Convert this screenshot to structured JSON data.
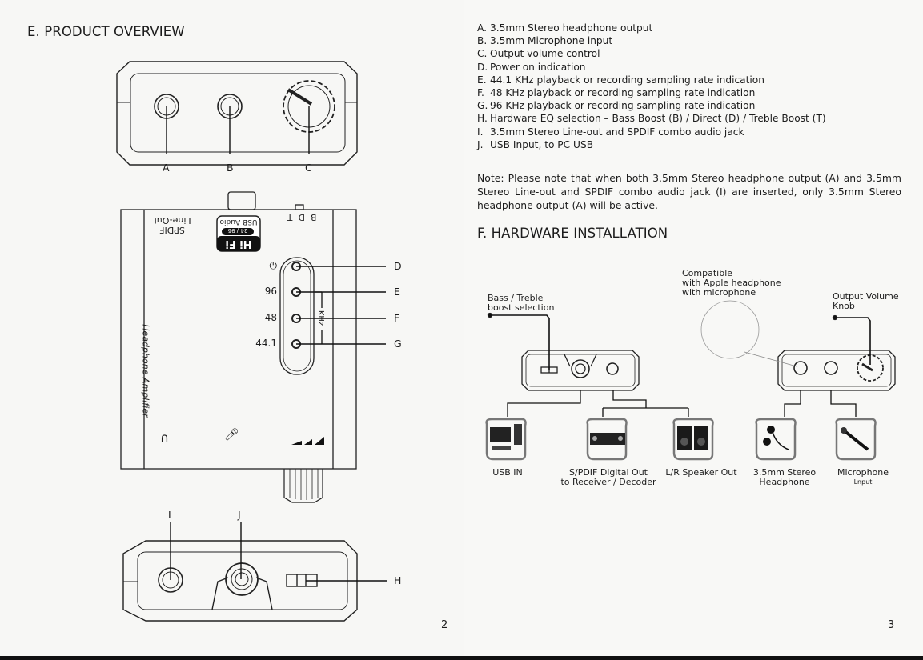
{
  "left_page": {
    "section_title": "E. PRODUCT OVERVIEW",
    "front_panel_callouts": [
      "A",
      "B",
      "C"
    ],
    "top_view": {
      "side_label_line1": "Line-Out",
      "side_label_line2": "SPDIF",
      "badge_top": "USB Audio",
      "badge_mid": "24 / 96",
      "badge_bottom": "Hi Fi",
      "eq_letters": "B  D  T",
      "indicator_labels": [
        "⏻",
        "96",
        "48",
        "44.1"
      ],
      "khz_label": "KHz",
      "vertical_label": "Headphone Amplifier",
      "callouts": [
        "D",
        "E",
        "F",
        "G"
      ]
    },
    "rear_panel_callouts": [
      "I",
      "J",
      "H"
    ],
    "page_number": "2"
  },
  "right_page": {
    "items": [
      {
        "key": "A.",
        "text": "3.5mm Stereo headphone output"
      },
      {
        "key": "B.",
        "text": "3.5mm Microphone input"
      },
      {
        "key": "C.",
        "text": "Output volume control"
      },
      {
        "key": "D.",
        "text": "Power on indication"
      },
      {
        "key": "E.",
        "text": "44.1 KHz playback or recording sampling rate indication"
      },
      {
        "key": "F.",
        "text": "48 KHz playback or recording sampling rate indication"
      },
      {
        "key": "G.",
        "text": "96 KHz playback or recording sampling rate indication"
      },
      {
        "key": "H.",
        "text": "Hardware EQ selection – Bass Boost (B) / Direct (D) / Treble Boost (T)"
      },
      {
        "key": "I.",
        "text": "3.5mm Stereo Line-out and SPDIF combo audio jack"
      },
      {
        "key": "J.",
        "text": "USB Input, to PC USB"
      }
    ],
    "note": "Note: Please note that when both 3.5mm Stereo headphone output (A) and 3.5mm Stereo Line-out and SPDIF combo audio jack (I) are inserted, only 3.5mm Stereo headphone output (A) will be active.",
    "section_title": "F. HARDWARE INSTALLATION",
    "labels": {
      "bass_treble_1": "Bass / Treble",
      "bass_treble_2": "boost selection",
      "compatible_1": "Compatible",
      "compatible_2": "with Apple headphone",
      "compatible_3": "with microphone",
      "volume_1": "Output Volume",
      "volume_2": "Knob"
    },
    "devices": [
      {
        "icon": "computer-icon",
        "line1": "USB IN",
        "line2": ""
      },
      {
        "icon": "receiver-icon",
        "line1": "S/PDIF Digital Out",
        "line2": "to Receiver / Decoder"
      },
      {
        "icon": "speakers-icon",
        "line1": "L/R Speaker Out",
        "line2": ""
      },
      {
        "icon": "earphones-icon",
        "line1": "3.5mm Stereo",
        "line2": "Headphone"
      },
      {
        "icon": "microphone-icon",
        "line1": "Microphone",
        "line2": "Lnput"
      }
    ],
    "page_number": "3"
  }
}
